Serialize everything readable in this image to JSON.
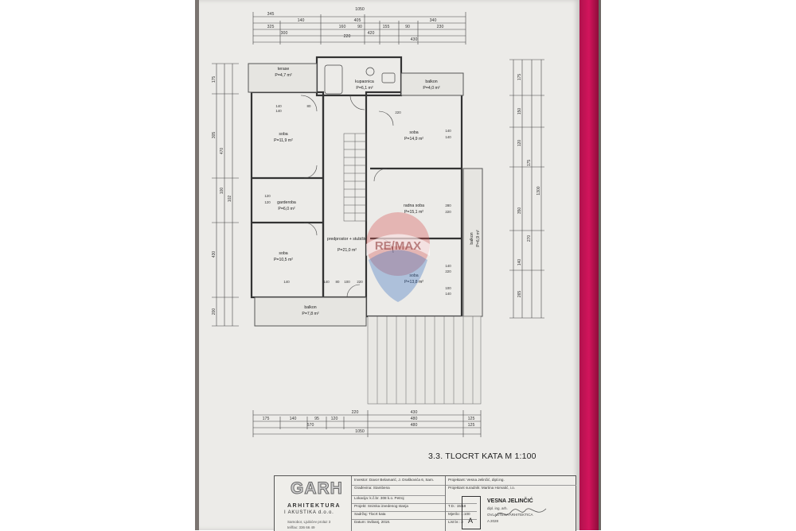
{
  "dimensions": {
    "top_row1": [
      "345",
      "1050",
      "340"
    ],
    "top_row2": [
      "325",
      "140",
      "405",
      "90",
      "155",
      "90",
      "230"
    ],
    "top_row3": [
      "300",
      "220",
      "420",
      "430"
    ],
    "top_row4": [
      "160"
    ],
    "bottom_row1": [
      "430"
    ],
    "bottom_row2": [
      "175",
      "140",
      "95",
      "120",
      "220",
      "480",
      "125"
    ],
    "bottom_row3": [
      "570",
      "480",
      "125"
    ],
    "bottom_row4": [
      "1050"
    ],
    "left": [
      "175",
      "305",
      "100",
      "102",
      "470",
      "430",
      "200"
    ],
    "right": [
      "175",
      "150",
      "120",
      "175",
      "1300",
      "350",
      "270",
      "140",
      "265"
    ],
    "marks": [
      "140",
      "140",
      "80",
      "140",
      "140",
      "120",
      "120",
      "280",
      "220",
      "140",
      "220",
      "100",
      "140",
      "140",
      "140",
      "80",
      "100",
      "220",
      "220"
    ]
  },
  "rooms": [
    {
      "name": "terase",
      "area": "P=4,7 m²"
    },
    {
      "name": "kupaonica",
      "area": "P=6,1 m²"
    },
    {
      "name": "balkon",
      "area": "P=4,0 m²"
    },
    {
      "name": "soba",
      "area": "P=11,9 m²"
    },
    {
      "name": "soba",
      "area": "P=14,9 m²"
    },
    {
      "name": "garderoba",
      "area": "P=6,0 m²"
    },
    {
      "name": "radna soba",
      "area": "P=15,1 m²"
    },
    {
      "name": "predprostor + stubište",
      "area": "P=21,0 m²"
    },
    {
      "name": "soba",
      "area": "P=10,5 m²"
    },
    {
      "name": "balkon",
      "area": "P=6,9 m²"
    },
    {
      "name": "soba",
      "area": "P=13,8 m²"
    },
    {
      "name": "balkon",
      "area": "P=7,8 m²"
    }
  ],
  "caption": "3.3. TLOCRT KATA  M 1:100",
  "title_block": {
    "logo_mark": "GARH",
    "logo_line1": "ARHITEKTURA",
    "logo_line2": "I AKUSTIKA d.o.o.",
    "logo_line3": "Samobor, Ljubićev prolaz 3",
    "logo_line4": "tel/fax: 336 66 49",
    "investor": "Investor: Davor Belamarić, J. Draškovića 6, Sam.",
    "object": "Građevina: Stambena",
    "location": "Lokacija: k.č.br. 308 k.o. Petroj",
    "project": "Projekt: Snimka izvedenog stanja",
    "content": "Sadržaj: Tlocrt kata",
    "date": "Datum: Svibanj, 2018.",
    "designer": "Projektant: Vesna Jelinčić, dipl.ing.",
    "collaborator": "Projektant suradnik: Martina Horvatić, i.o.",
    "td": "T.D.: 15/18",
    "scale": "Mjerilo: 1:100",
    "sheet": "List br.: 3"
  },
  "stamp": {
    "letter": "A",
    "name": "VESNA JELINČIĆ",
    "line1": "dipl. ing. arh.",
    "line2": "OVLAŠTENA ARHITEKTICA",
    "line3": "A 2028"
  },
  "watermark": "RE/MAX"
}
